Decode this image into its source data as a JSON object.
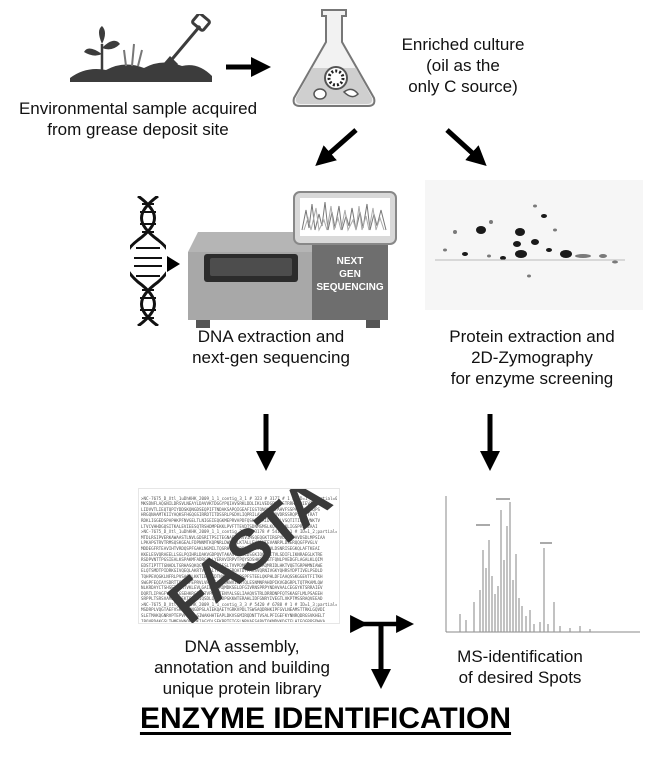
{
  "labels": {
    "sample": "Environmental sample acquired\nfrom grease deposit site",
    "culture": "Enriched culture\n(oil as the\nonly C source)",
    "dna": "DNA extraction and\nnext-gen sequencing",
    "protein": "Protein extraction and\n2D-Zymography\nfor enzyme screening",
    "assembly": "DNA assembly,\nannotation and building\nunique protein library",
    "ms": "MS-identification\nof desired Spots"
  },
  "sequencer_text": "NEXT\nGEN\nSEQUENCING",
  "fasta_word": "FASTA",
  "title": "ENZYME IDENTIFICATION",
  "colors": {
    "ink": "#111111",
    "gray_dark": "#3a3a3a",
    "gray_mid": "#808080",
    "gray_light": "#cfcfcf"
  },
  "icons": [
    "plant-soil-shovel-icon",
    "flask-culture-icon",
    "dna-helix-icon",
    "sequencer-machine-icon",
    "zymogram-gel-image",
    "fasta-file-image",
    "ms-spectrum-image"
  ]
}
